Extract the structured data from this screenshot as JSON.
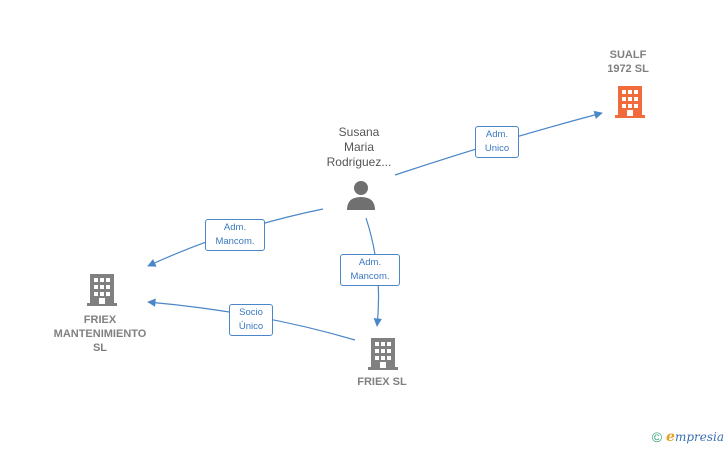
{
  "nodes": {
    "sualf": {
      "label_line1": "SUALF",
      "label_line2": "1972  SL",
      "color": "#f26b3a"
    },
    "person": {
      "line1": "Susana",
      "line2": "Maria",
      "line3": "Rodriguez..."
    },
    "friex_mant": {
      "line1": "FRIEX",
      "line2": "MANTENIMIENTO",
      "line3": "SL",
      "color": "#808080"
    },
    "friex_sl": {
      "label": "FRIEX SL",
      "color": "#808080"
    }
  },
  "edges": {
    "person_sualf": {
      "line1": "Adm.",
      "line2": "Unico"
    },
    "person_friex_mant": {
      "line1": "Adm.",
      "line2": "Mancom."
    },
    "person_friex_sl": {
      "line1": "Adm.",
      "line2": "Mancom."
    },
    "friex_sl_friex_mant": {
      "line1": "Socio",
      "line2": "Único"
    }
  },
  "colors": {
    "edge": "#4a86c8",
    "person_icon": "#707070"
  },
  "footer": {
    "copyright": "©",
    "brand_initial": "e",
    "brand_rest": "mpresia"
  }
}
